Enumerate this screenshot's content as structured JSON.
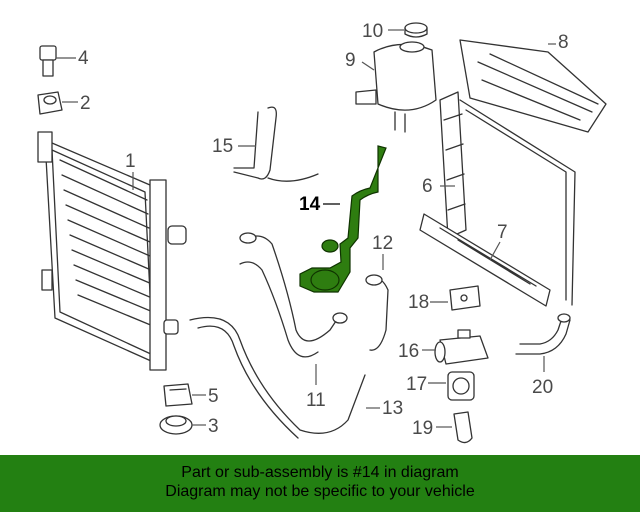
{
  "diagram": {
    "highlighted_part": "14",
    "callouts": [
      "1",
      "2",
      "3",
      "4",
      "5",
      "6",
      "7",
      "8",
      "9",
      "10",
      "11",
      "12",
      "13",
      "14",
      "15",
      "16",
      "17",
      "18",
      "19",
      "20"
    ]
  },
  "banner": {
    "line1": "Part or sub-assembly is #14 in diagram",
    "line2": "Diagram may not be specific to your vehicle",
    "background_color": "#238012",
    "highlight_color": "#2e7d10"
  }
}
